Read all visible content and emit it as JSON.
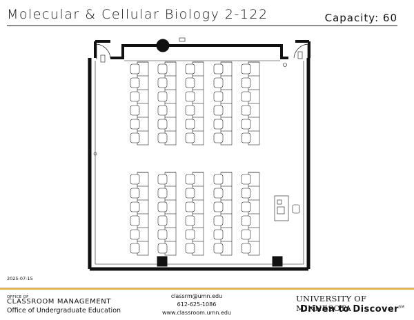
{
  "header": {
    "room_title": "Molecular & Cellular Biology 2-122",
    "capacity": "Capacity: 60"
  },
  "plan": {
    "date": "2025-07-15",
    "seat_blocks": [
      {
        "rows": 6,
        "columns": 5,
        "name": "front-seating-block"
      },
      {
        "rows": 6,
        "columns": 5,
        "name": "rear-seating-block"
      }
    ]
  },
  "footer": {
    "office_small": "OFFICE OF",
    "office_name": "CLASSROOM MANAGEMENT",
    "office_sub": "Office of Undergraduate Education",
    "email": "classrm@umn.edu",
    "phone": "612-625-1086",
    "website": "www.classroom.umn.edu",
    "university": "UNIVERSITY OF MINNESOTA",
    "tagline": "Driven to Discover",
    "tagline_mark": "SM",
    "accent_color": "#f0b323"
  }
}
